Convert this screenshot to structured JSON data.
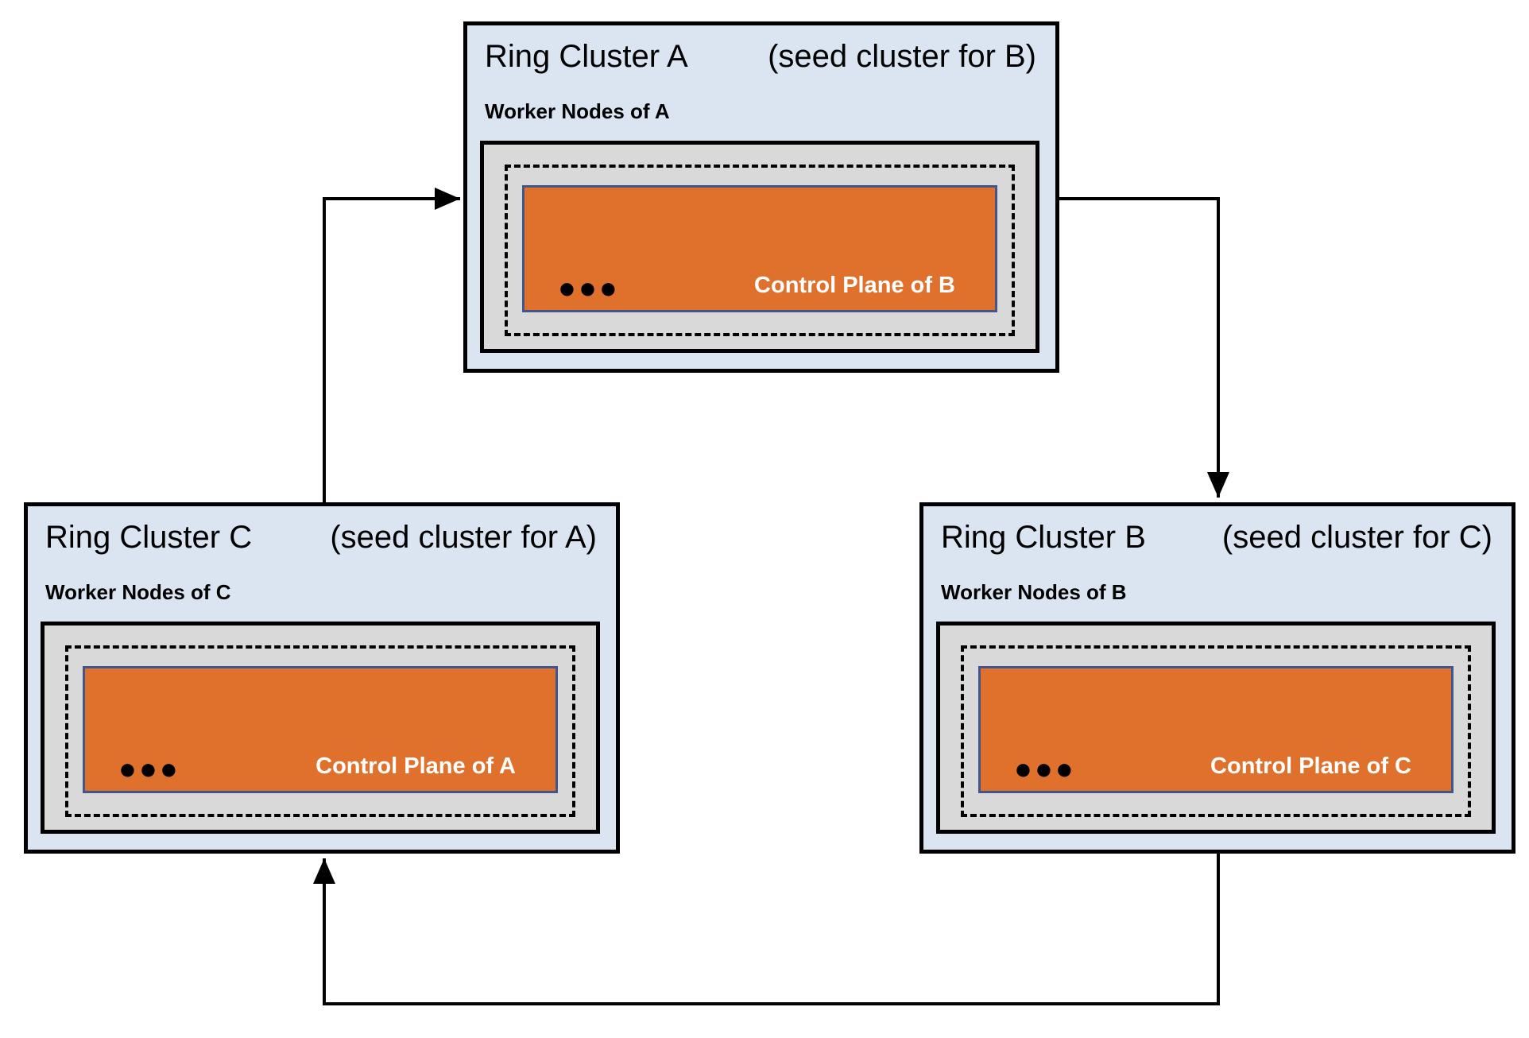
{
  "clusters": {
    "a": {
      "title": "Ring Cluster A",
      "seed_note": "(seed cluster for B)",
      "worker_label": "Worker Nodes of A",
      "ellipsis": "●●●",
      "control_plane_label": "Control Plane of B"
    },
    "b": {
      "title": "Ring Cluster B",
      "seed_note": "(seed cluster for C)",
      "worker_label": "Worker Nodes of B",
      "ellipsis": "●●●",
      "control_plane_label": "Control Plane of C"
    },
    "c": {
      "title": "Ring Cluster C",
      "seed_note": "(seed cluster for A)",
      "worker_label": "Worker Nodes of C",
      "ellipsis": "●●●",
      "control_plane_label": "Control Plane of A"
    }
  },
  "edges": [
    {
      "from": "Ring Cluster C",
      "to": "Ring Cluster A"
    },
    {
      "from": "Ring Cluster A",
      "to": "Ring Cluster B"
    },
    {
      "from": "Ring Cluster B",
      "to": "Ring Cluster C"
    }
  ],
  "colors": {
    "cluster_fill": "#DBE5F2",
    "cluster_border": "#000000",
    "worker_nodes_fill": "#D9D9D9",
    "control_plane_fill": "#E0712C",
    "control_plane_border": "#41568C",
    "arrow_line": "#000000"
  }
}
